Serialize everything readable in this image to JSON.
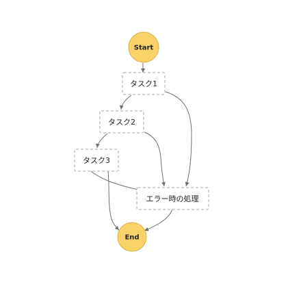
{
  "diagram": {
    "nodes": {
      "start": {
        "label": "Start",
        "kind": "terminal"
      },
      "task1": {
        "label": "タスク1",
        "kind": "task"
      },
      "task2": {
        "label": "タスク2",
        "kind": "task"
      },
      "task3": {
        "label": "タスク3",
        "kind": "task"
      },
      "error": {
        "label": "エラー時の処理",
        "kind": "task"
      },
      "end": {
        "label": "End",
        "kind": "terminal"
      }
    },
    "edges": [
      {
        "from": "start",
        "to": "task1"
      },
      {
        "from": "task1",
        "to": "task2"
      },
      {
        "from": "task1",
        "to": "error"
      },
      {
        "from": "task2",
        "to": "task3"
      },
      {
        "from": "task2",
        "to": "error"
      },
      {
        "from": "task3",
        "to": "error"
      },
      {
        "from": "task3",
        "to": "end"
      },
      {
        "from": "error",
        "to": "end"
      }
    ],
    "colors": {
      "terminal_fill": "#f9d36a",
      "terminal_stroke": "#d9b144",
      "edge": "#6f6f6f",
      "box_border": "#a9a9a9"
    }
  }
}
